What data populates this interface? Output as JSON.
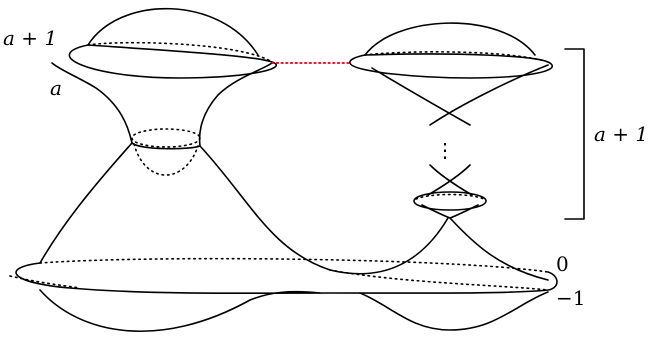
{
  "labels": {
    "top_left_upper": "a + 1",
    "top_left_lower": "a",
    "bracket": "a + 1",
    "bottom_upper": "0",
    "bottom_lower": "−1",
    "vertical_dots": "⋮"
  },
  "colors": {
    "stroke": "#000000",
    "connector": "#e00000"
  }
}
